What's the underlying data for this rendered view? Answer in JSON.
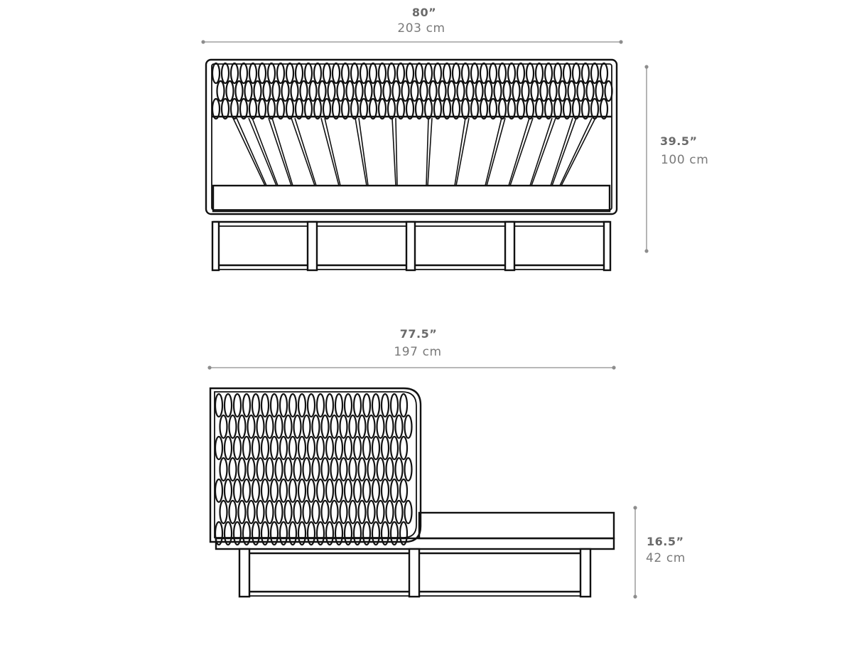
{
  "front_view": {
    "width": {
      "imperial": "80”",
      "metric": "203 cm"
    },
    "height": {
      "imperial": "39.5”",
      "metric": "100 cm"
    }
  },
  "side_view": {
    "width": {
      "imperial": "77.5”",
      "metric": "197 cm"
    },
    "height": {
      "imperial": "16.5”",
      "metric": "42 cm"
    }
  }
}
